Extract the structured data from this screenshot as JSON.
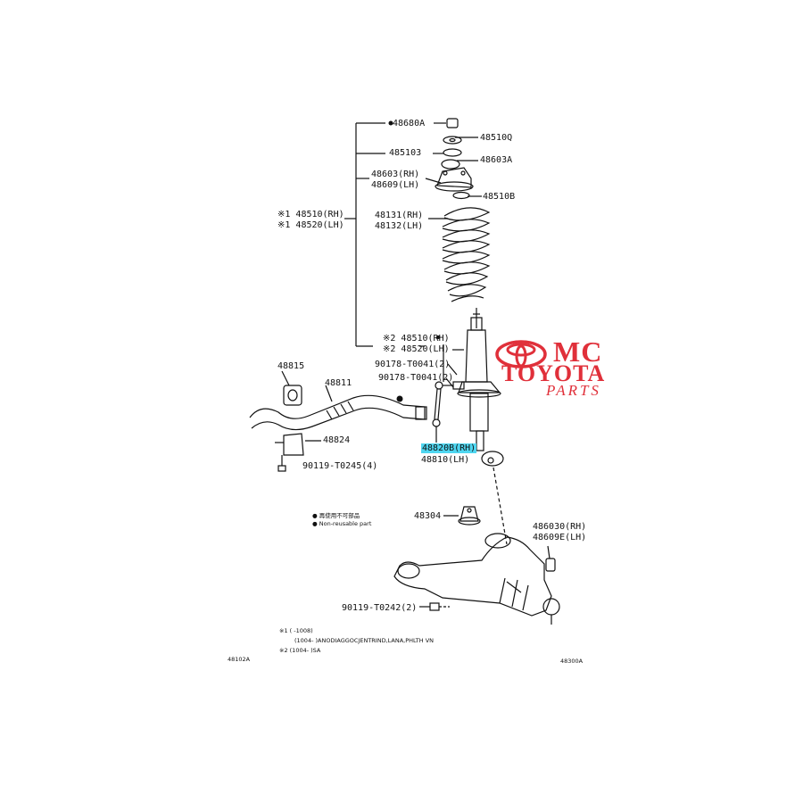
{
  "labels": {
    "p48680A": "48680A",
    "p48510Q": "48510Q",
    "p485103": "485103",
    "p48603A": "48603A",
    "p48603rh": "48603(RH)",
    "p48609lh": "48609(LH)",
    "p48510B": "48510B",
    "p48131rh": "48131(RH)",
    "p48132lh": "48132(LH)",
    "p48510rh_a": "※1 48510(RH)",
    "p48520lh_a": "※1 48520(LH)",
    "p48510rh_b": "※2 48510(RH)",
    "p48520lh_b": "※2 48520(LH)",
    "p90178a": "90178-T0041(2)",
    "p90178b": "90178-T0041(2)",
    "p48815": "48815",
    "p48811": "48811",
    "p48824": "48824",
    "p48820rh": "48820B(RH)",
    "p48810lh": "48810(LH)",
    "p90119a": "90119-T0245(4)",
    "p48304": "48304",
    "p48603Orh": "486030(RH)",
    "p48609Elh": "48609E(LH)",
    "p90119b": "90119-T0242(2)",
    "legend1": "● 再使用不可部品",
    "legend2": "● Non-reusable part",
    "note1": "※1 (    -1008)",
    "note2": "(1004-     )ANODIAGGOCJENTRIND,LANA,PHLTH VN",
    "note3": "※2 (1004-     )SA",
    "code_left": "48102A",
    "code_right": "48300A"
  },
  "watermark": {
    "line1": "MC",
    "line2": "TOYOTA",
    "line3": "PARTS",
    "color": "#e0303a"
  },
  "colors": {
    "ink": "#111111",
    "highlight": "#4fd6f0"
  }
}
